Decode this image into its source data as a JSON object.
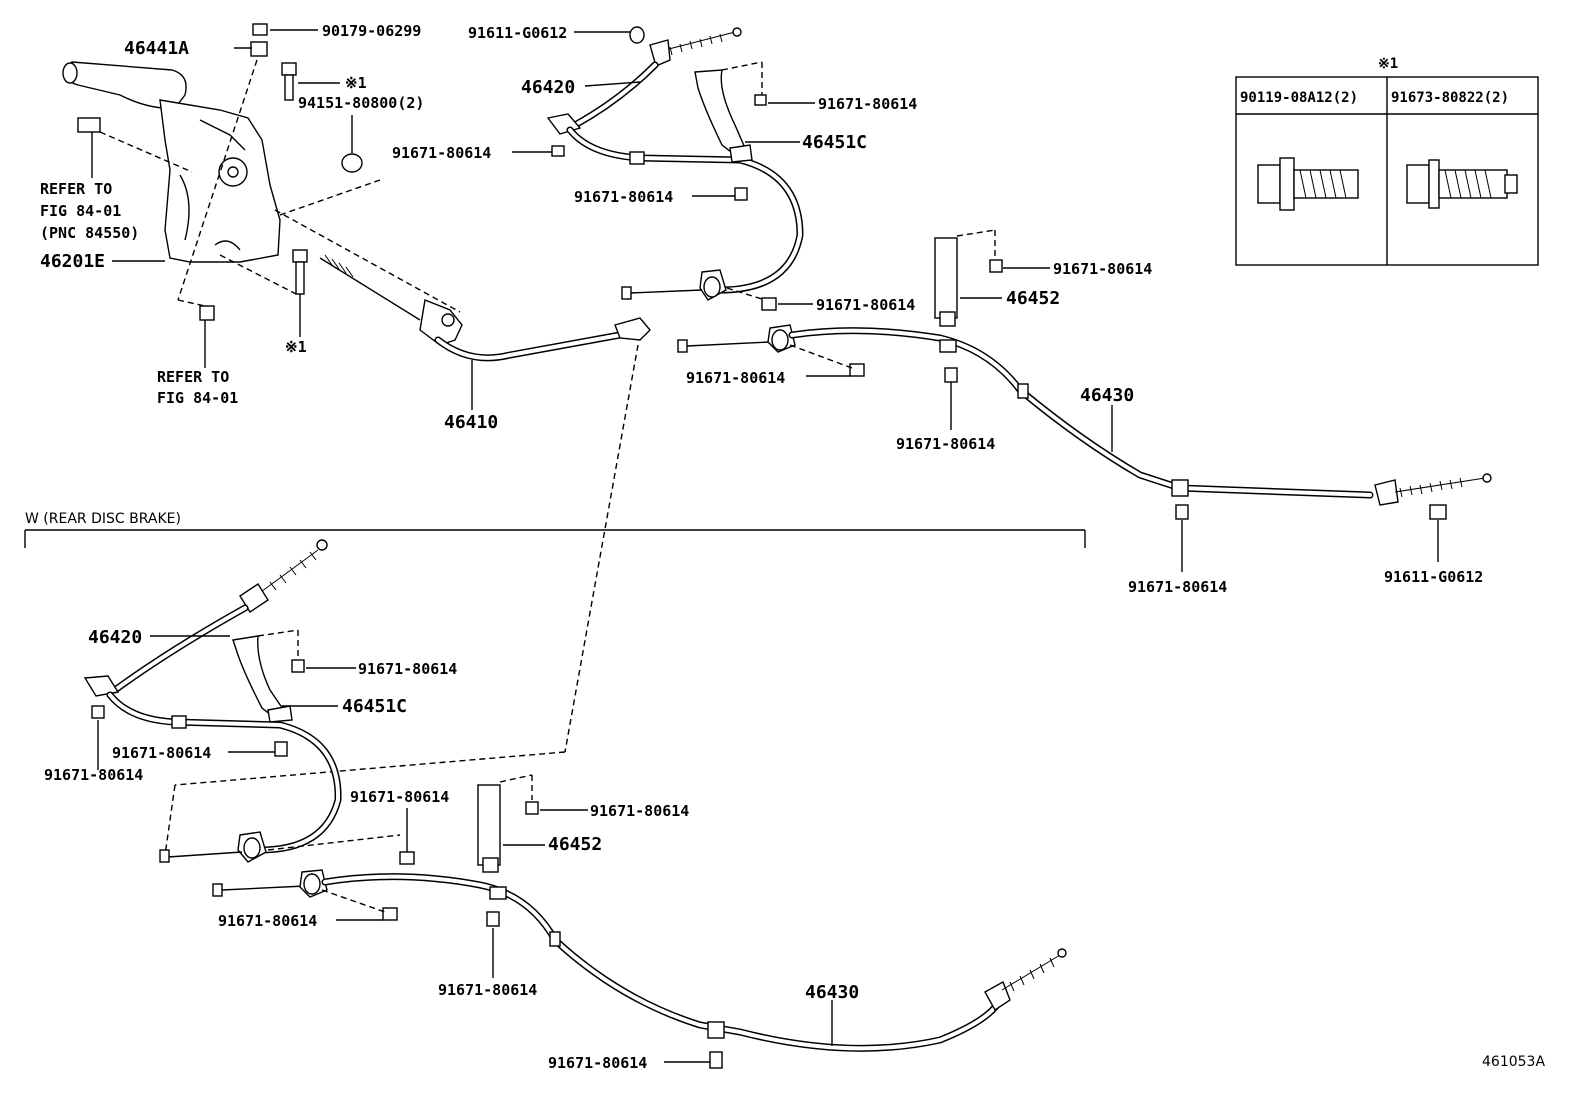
{
  "labels": {
    "p46441A": "46441A",
    "p90179": "90179-06299",
    "p91611_top": "91611-G0612",
    "p46420_top": "46420",
    "p91671_a": "91671-80614",
    "mark_1a": "※1",
    "p94151": "94151-80800(2)",
    "p91671_b": "91671-80614",
    "p46451C_top": "46451C",
    "p91671_c": "91671-80614",
    "p91671_d": "91671-80614",
    "p91671_e": "91671-80614",
    "p46452_top": "46452",
    "p91671_f": "91671-80614",
    "p46430_top": "46430",
    "p91671_g": "91671-80614",
    "p91671_h": "91671-80614",
    "p91611_right": "91611-G0612",
    "p46410": "46410",
    "p46201E": "46201E",
    "mark_1b": "※1",
    "ref1_l1": "REFER TO",
    "ref1_l2": "FIG 84-01",
    "ref1_l3": "(PNC 84550)",
    "ref2_l1": "REFER TO",
    "ref2_l2": "FIG 84-01",
    "variant": "W (REAR DISC BRAKE)",
    "w_46420": "46420",
    "w_91671_a": "91671-80614",
    "w_46451C": "46451C",
    "w_91671_b": "91671-80614",
    "w_91671_c": "91671-80614",
    "w_91671_d": "91671-80614",
    "w_91671_e": "91671-80614",
    "w_46452": "46452",
    "w_91671_f": "91671-80614",
    "w_91671_g": "91671-80614",
    "w_46430": "46430",
    "w_91671_h": "91671-80614",
    "figure_id": "461053A"
  },
  "table": {
    "mark": "※1",
    "col1": "90119-08A12(2)",
    "col2": "91673-80822(2)"
  }
}
